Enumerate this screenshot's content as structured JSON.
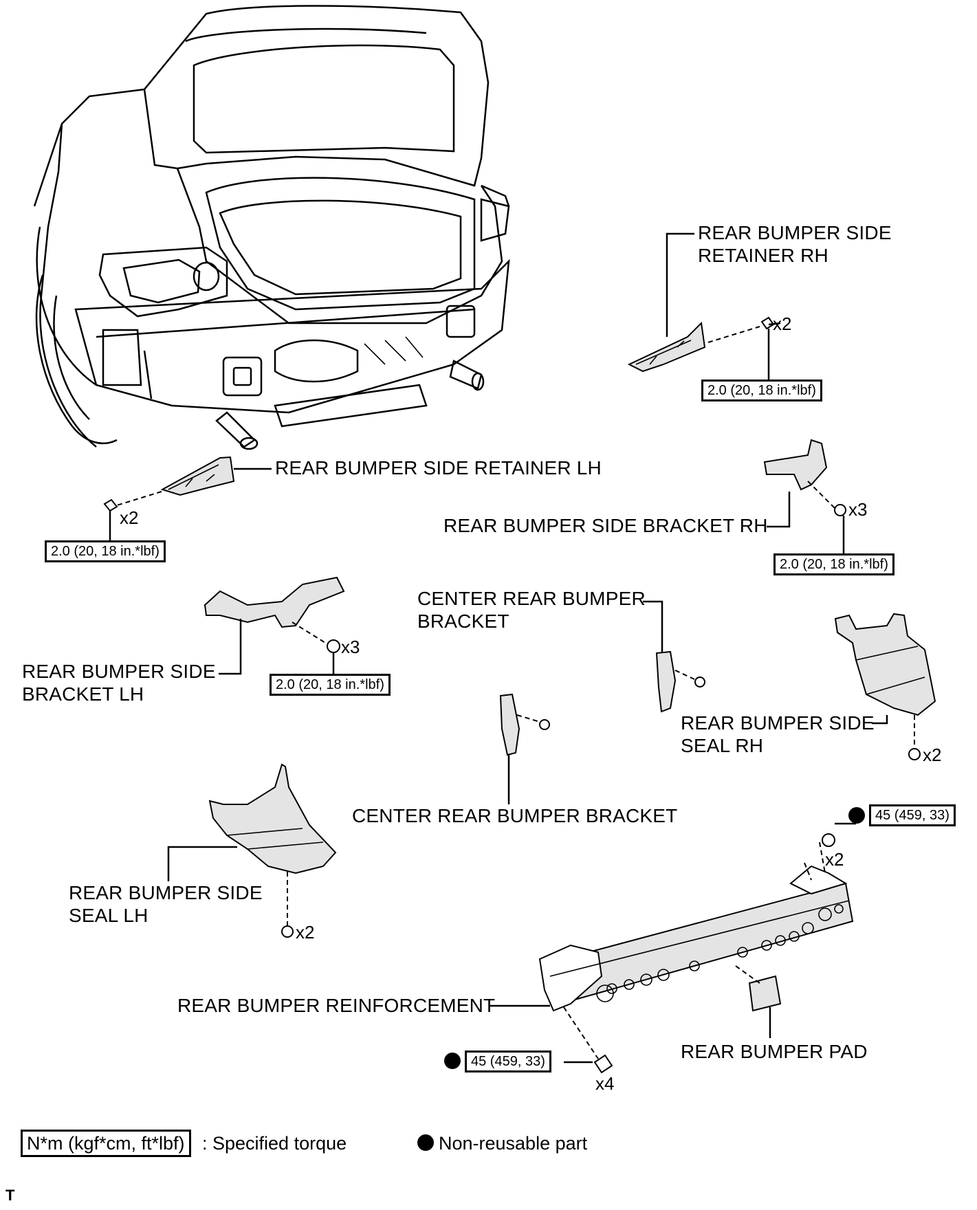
{
  "labels": {
    "rear_bumper_side_retainer_rh": "REAR BUMPER SIDE\nRETAINER RH",
    "rear_bumper_side_retainer_lh": "REAR BUMPER SIDE RETAINER LH",
    "rear_bumper_side_bracket_rh": "REAR BUMPER SIDE BRACKET RH",
    "rear_bumper_side_bracket_lh": "REAR BUMPER SIDE\nBRACKET LH",
    "center_rear_bumper_bracket_upper": "CENTER REAR BUMPER\nBRACKET",
    "center_rear_bumper_bracket_lower": "CENTER REAR BUMPER BRACKET",
    "rear_bumper_side_seal_rh": "REAR BUMPER SIDE\nSEAL RH",
    "rear_bumper_side_seal_lh": "REAR BUMPER SIDE\nSEAL LH",
    "rear_bumper_reinforcement": "REAR BUMPER REINFORCEMENT",
    "rear_bumper_pad": "REAR BUMPER PAD"
  },
  "torques": {
    "retainer_rh": "2.0 (20, 18 in.*lbf)",
    "retainer_lh": "2.0 (20, 18 in.*lbf)",
    "bracket_rh": "2.0 (20, 18 in.*lbf)",
    "bracket_lh": "2.0 (20, 18 in.*lbf)",
    "reinforcement_upper": "45 (459, 33)",
    "reinforcement_lower": "45 (459, 33)"
  },
  "quantities": {
    "retainer_rh": "x2",
    "retainer_lh": "x2",
    "bracket_rh": "x3",
    "bracket_lh": "x3",
    "seal_rh": "x2",
    "seal_lh": "x2",
    "reinforcement_upper": "x2",
    "reinforcement_lower": "x4"
  },
  "legend": {
    "torque_box": "N*m (kgf*cm, ft*lbf)",
    "torque_text": ": Specified torque",
    "non_reusable_text": "Non-reusable part"
  },
  "footer_mark": "T"
}
